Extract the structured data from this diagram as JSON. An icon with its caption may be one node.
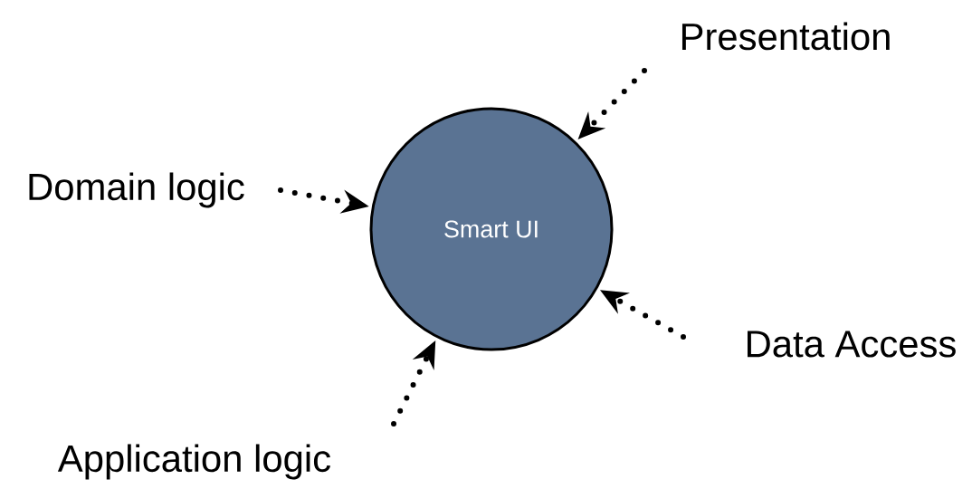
{
  "diagram": {
    "nodes": [
      {
        "text": [
          "Smart UI"
        ]
      },
      {
        "text": [
          "Presentation"
        ]
      },
      {
        "text": [
          "Domain logic"
        ]
      },
      {
        "text": [
          "Data Access"
        ]
      },
      {
        "text": [
          "Application logic"
        ]
      }
    ],
    "edges": [
      {
        "from": 1,
        "to": 0,
        "arrow": "to"
      },
      {
        "from": 2,
        "to": 0,
        "arrow": "to"
      },
      {
        "from": 3,
        "to": 0,
        "arrow": "to"
      },
      {
        "from": 4,
        "to": 0,
        "arrow": "to"
      }
    ]
  }
}
